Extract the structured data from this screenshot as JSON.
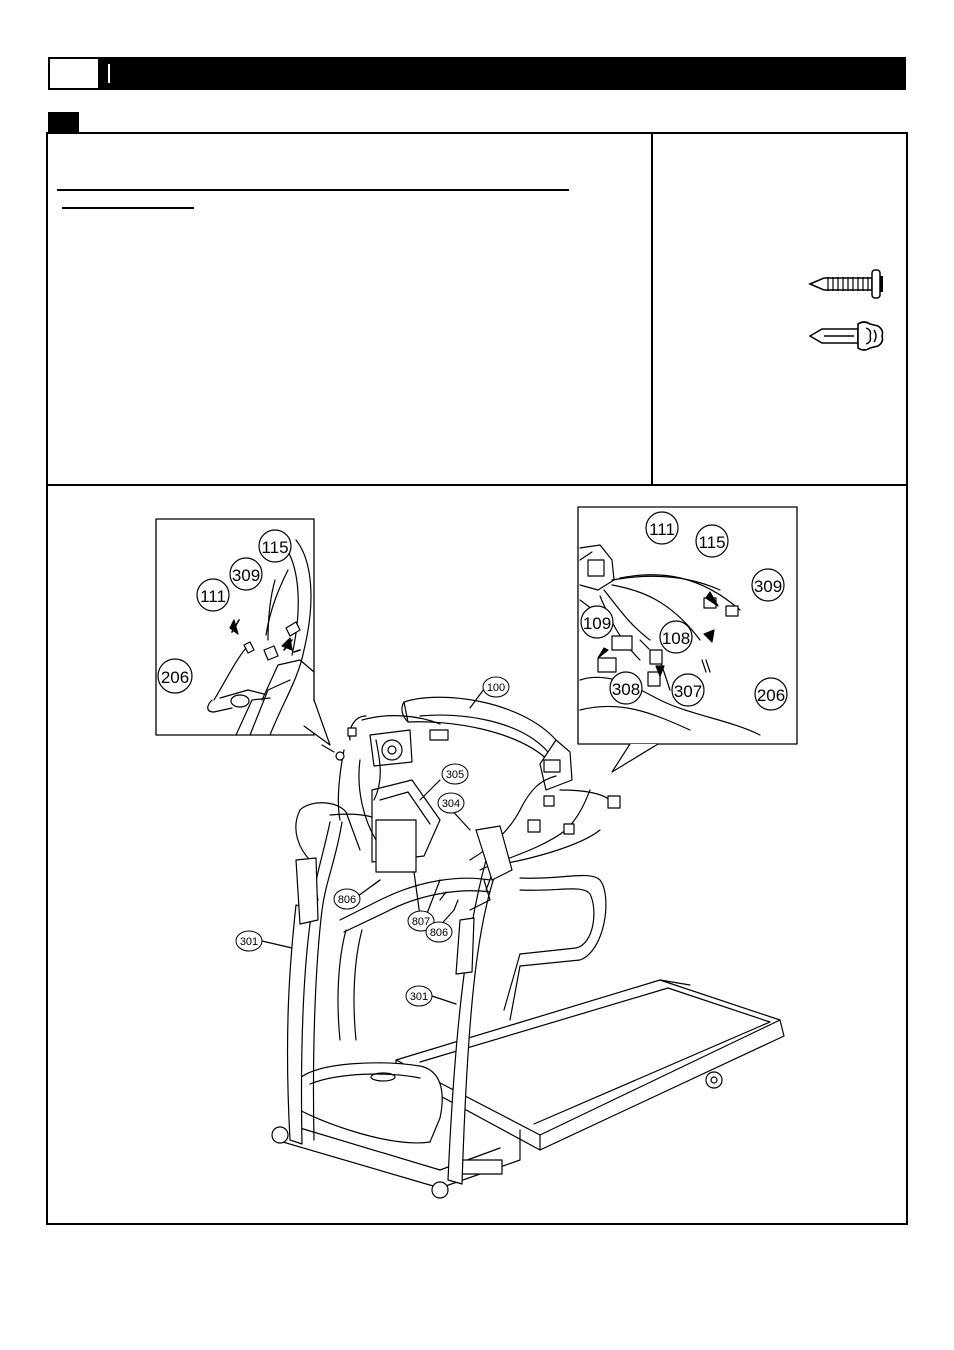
{
  "hardware_icons": [
    "screw-icon",
    "wing-bolt-icon"
  ],
  "diagram": {
    "main_labels": {
      "console": "100",
      "upright_left": "301",
      "upright_right": "301",
      "bracket_a": "304",
      "bracket_b": "305",
      "cover_left": "806",
      "cover_right": "806",
      "cover_mid": "807"
    },
    "left_inset_labels": {
      "a": "115",
      "b": "309",
      "c": "111",
      "d": "206"
    },
    "right_inset_labels": {
      "a": "111",
      "b": "115",
      "c": "309",
      "d": "109",
      "e": "108",
      "f": "308",
      "g": "307",
      "h": "206"
    }
  }
}
